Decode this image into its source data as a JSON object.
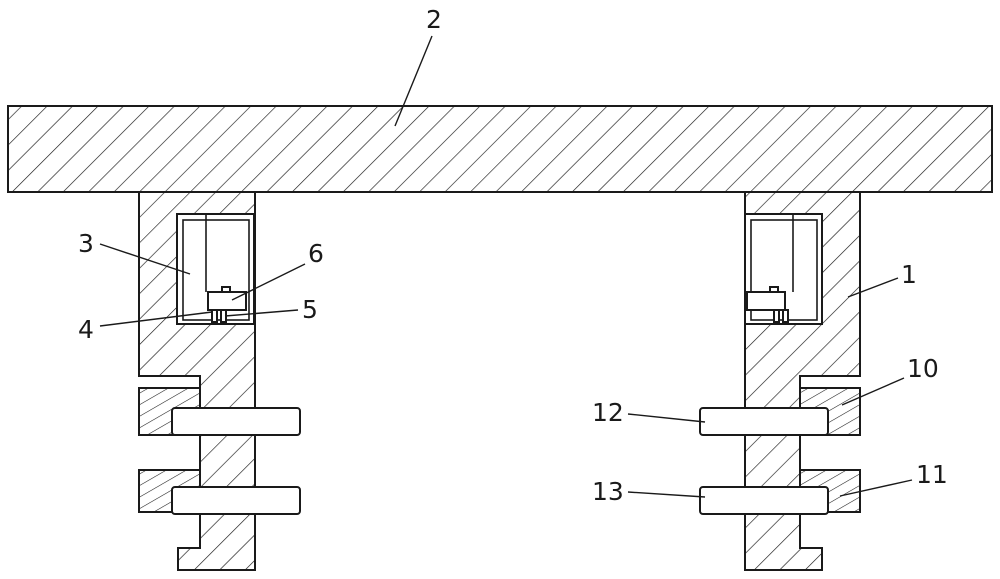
{
  "labels": {
    "part_1": "1",
    "part_2": "2",
    "part_3": "3",
    "part_4": "4",
    "part_5": "5",
    "part_6": "6",
    "part_10": "10",
    "part_11": "11",
    "part_12": "12",
    "part_13": "13"
  },
  "colors": {
    "stroke": "#1a1a1a",
    "background": "#ffffff"
  }
}
